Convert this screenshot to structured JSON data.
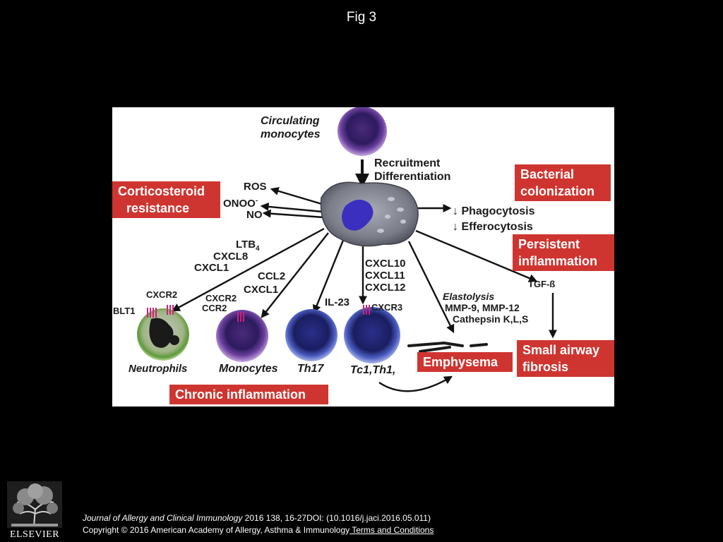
{
  "title": "Fig 3",
  "diagram": {
    "circulating_monocytes": [
      "Circulating",
      "monocytes"
    ],
    "recruitment": [
      "Recruitment",
      "Differentiation"
    ],
    "corticosteroid_box": [
      "Corticosteroid",
      "resistance"
    ],
    "ros": "ROS",
    "onoo": "ONOO",
    "onoo_sup": "-",
    "no": "NO",
    "bacterial_box": [
      "Bacterial",
      "colonization"
    ],
    "phagocytosis": "↓ Phagocytosis",
    "efferocytosis": "↓ Efferocytosis",
    "persistent_box": [
      "Persistent",
      "inflammation"
    ],
    "ltb4": "LTB",
    "ltb4_sub": "4",
    "cxcl8": "CXCL8",
    "cxcl1_left": "CXCL1",
    "ccl2": "CCL2",
    "cxcl1_mid": "CXCL1",
    "il23": "IL-23",
    "cxcl10": "CXCL10",
    "cxcl11": "CXCL11",
    "cxcl12": "CXCL12",
    "tgf": "TGF-ß",
    "elastolysis": "Elastolysis",
    "mmp": "MMP-9, MMP-12",
    "cathepsin": "Cathepsin K,L,S",
    "cxcr2_a": "CXCR2",
    "blt1": "BLT1",
    "cxcr2_b": "CXCR2",
    "ccr2": "CCR2",
    "cxcr3": "CXCR3",
    "neutrophils": "Neutrophils",
    "monocytes": "Monocytes",
    "th17": "Th17",
    "tc1": "Tc1,Th1,",
    "emphysema_box": "Emphysema",
    "small_airway_box": [
      "Small airway",
      "fibrosis"
    ],
    "chronic_box": "Chronic inflammation"
  },
  "footer": {
    "journal": "Journal of Allergy and Clinical Immunology",
    "citation": " 2016 138, 16-27DOI: (10.1016/j.jaci.2016.05.011)",
    "copyright": "Copyright © 2016 American Academy of Allergy, Asthma & Immunology",
    "terms": " Terms and Conditions"
  },
  "logo_text": "ELSEVIER",
  "colors": {
    "background": "#000000",
    "box_red": "#cf3530",
    "monocyte_purple": "#8e4fb3",
    "lymphocyte_blue": "#2b3f9a",
    "neutrophil_green": "#6fa54a",
    "macrophage_grey": "#7a7d88",
    "receptor_pink": "#d0207a"
  }
}
